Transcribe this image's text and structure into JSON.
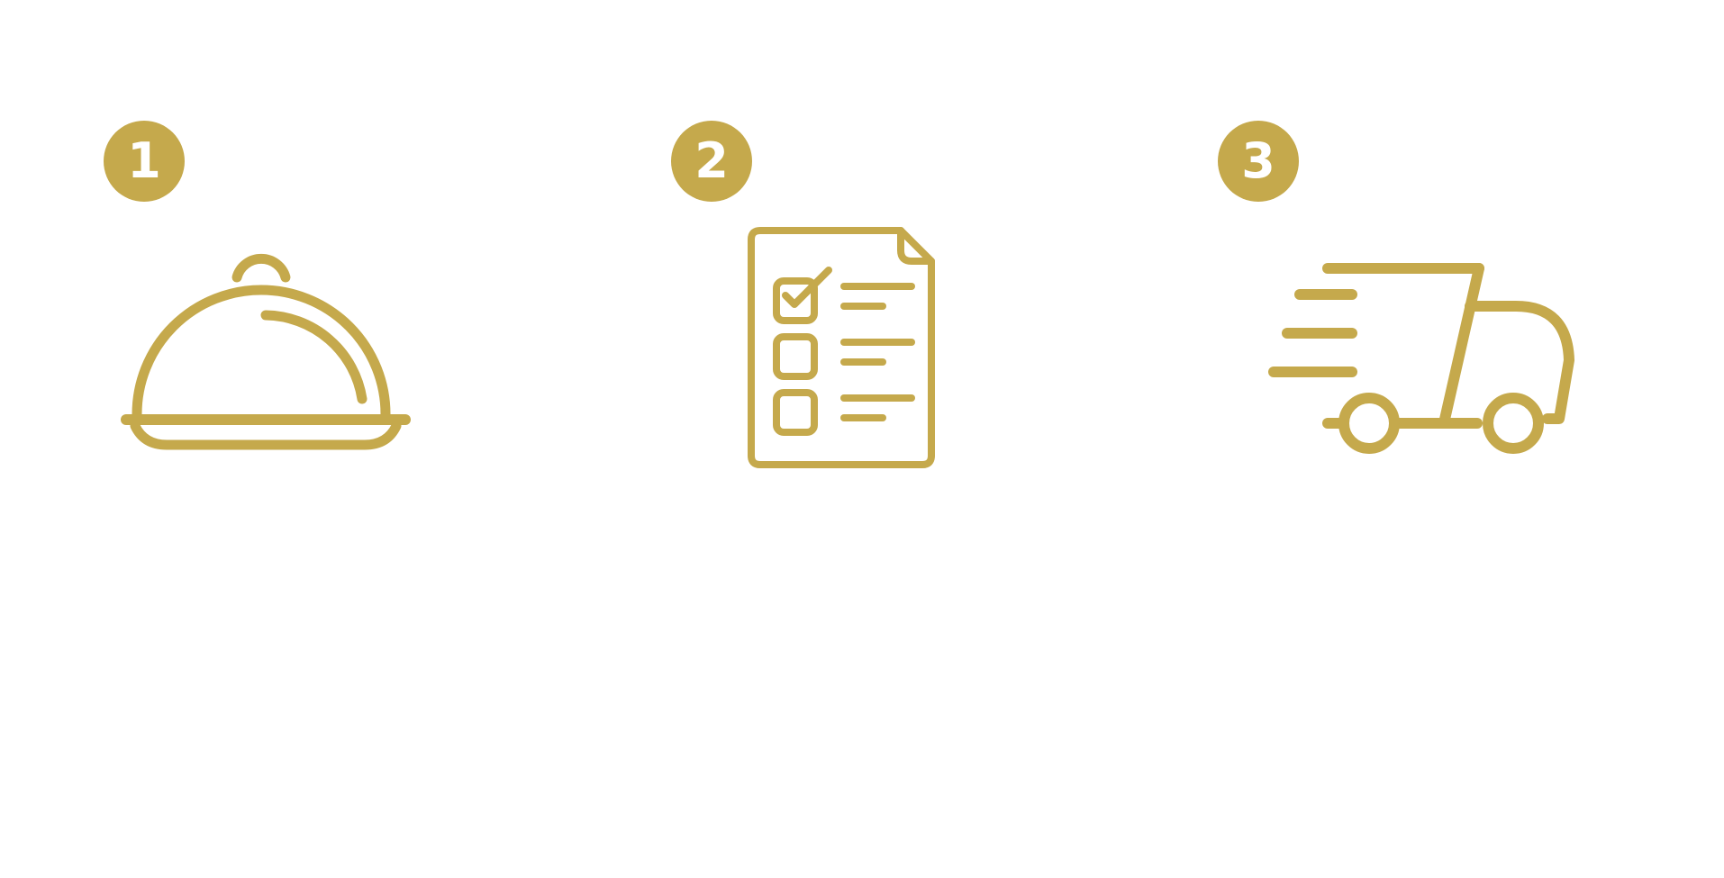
{
  "theme": {
    "accent": "#C5A94C",
    "background": "#FFFFFF",
    "badge_text": "#FFFFFF"
  },
  "steps": [
    {
      "number": "1",
      "icon": "food-cloche-icon"
    },
    {
      "number": "2",
      "icon": "checklist-document-icon"
    },
    {
      "number": "3",
      "icon": "delivery-truck-icon"
    }
  ]
}
